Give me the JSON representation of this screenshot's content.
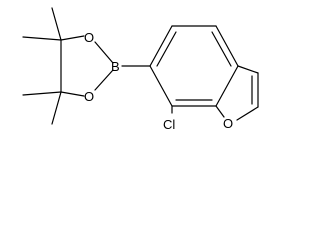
{
  "diagram": {
    "type": "chemical-structure",
    "atom_labels": {
      "boron": "B",
      "ring_oxygen_upper": "O",
      "ring_oxygen_lower": "O",
      "furan_oxygen": "O",
      "chlorine": "Cl"
    },
    "colors": {
      "bond": "#000000",
      "label": "#000000",
      "background": "#ffffff"
    }
  }
}
